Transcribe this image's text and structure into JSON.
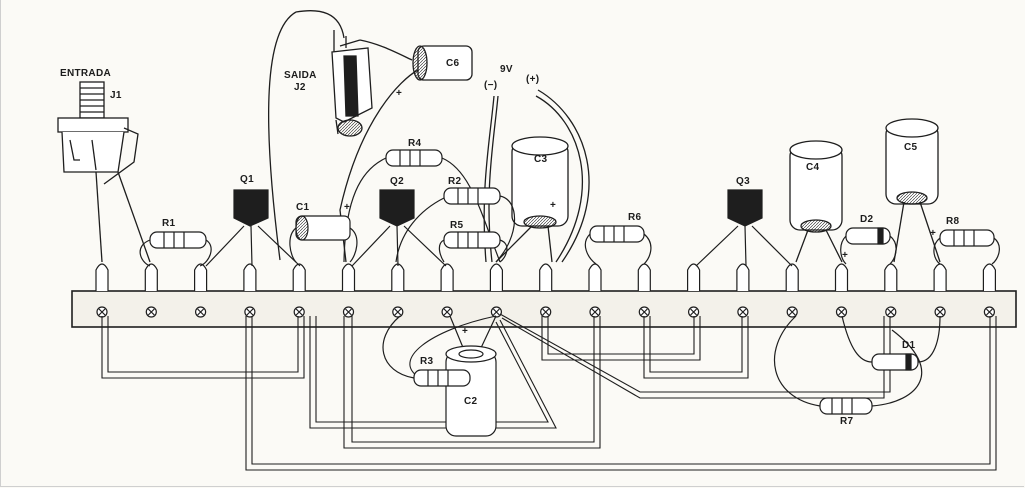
{
  "labels": {
    "entrada": "ENTRADA",
    "j1": "J1",
    "saida": "SAIDA",
    "j2": "J2",
    "c6": "C6",
    "nine_v": "9V",
    "minus": "(−)",
    "plus_supply": "(+)",
    "r4": "R4",
    "c3": "C3",
    "q1": "Q1",
    "q2": "Q2",
    "q3": "Q3",
    "r2": "R2",
    "r5": "R5",
    "r1": "R1",
    "c1": "C1",
    "r6": "R6",
    "c4": "C4",
    "c5": "C5",
    "d2": "D2",
    "r8": "R8",
    "r3": "R3",
    "c2": "C2",
    "d1": "D1",
    "r7": "R7"
  },
  "polarity": {
    "c6_plus": "+",
    "c1_plus": "+",
    "c3_plus": "+",
    "c2_plus": "+",
    "c4_plus": "+",
    "c5_plus": "+"
  },
  "colors": {
    "ink": "#1e1e1e",
    "paper": "#fbfaf6",
    "board": "#f3f1ea"
  }
}
